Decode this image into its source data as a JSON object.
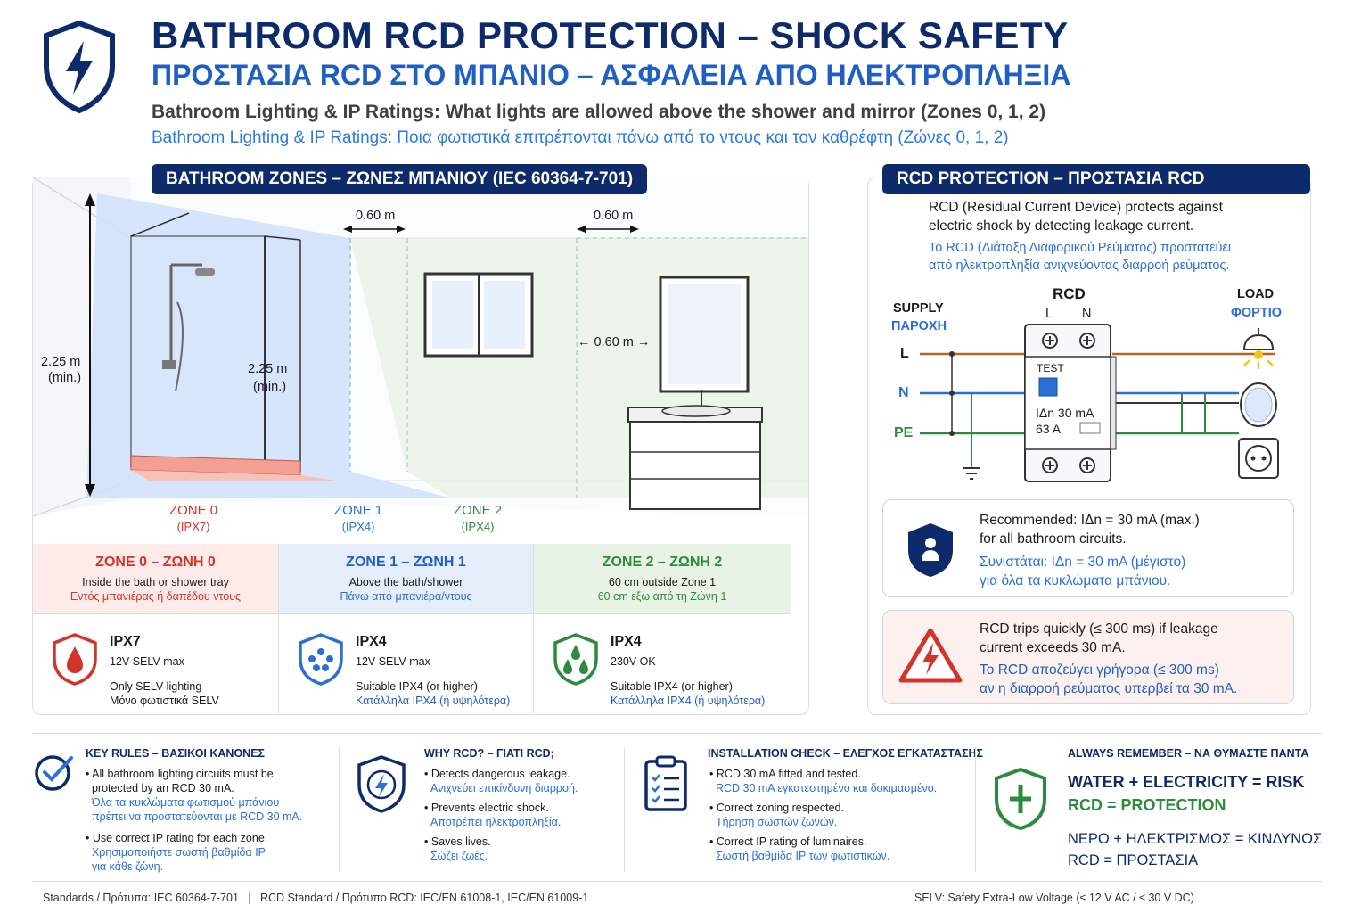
{
  "header": {
    "title_en": "BATHROOM RCD PROTECTION – SHOCK SAFETY",
    "title_gr": "ΠΡΟΣΤΑΣΙΑ RCD ΣΤΟ ΜΠΑΝΙΟ – ΑΣΦΑΛΕΙΑ ΑΠΟ ΗΛΕΚΤΡΟΠΛΗΞΙΑ",
    "subtitle_en": "Bathroom Lighting & IP Ratings: What lights are allowed above the shower and mirror (Zones 0, 1, 2)",
    "subtitle_gr": "Bathroom Lighting & IP Ratings: Ποια φωτιστικά επιτρέπονται πάνω από το ντους και τον καθρέφτη (Ζώνες 0, 1, 2)"
  },
  "zones_panel": {
    "title": "BATHROOM ZONES – ΖΩΝΕΣ ΜΠΑΝΙΟΥ (IEC 60364-7-701)",
    "height_left": "2.25 m",
    "height_left_min": "(min.)",
    "height_inner": "2.25 m",
    "height_inner_min": "(min.)",
    "dim_1": "0.60 m",
    "dim_2": "0.60 m",
    "dim_3": "0.60 m",
    "zone_labels": [
      {
        "name": "ZONE 0",
        "ip": "(IPX7)"
      },
      {
        "name": "ZONE 1",
        "ip": "(IPX4)"
      },
      {
        "name": "ZONE 2",
        "ip": "(IPX4)"
      }
    ],
    "zones": [
      {
        "heading": "ZONE 0 – ΖΩΝΗ 0",
        "desc_en": "Inside the bath or shower tray",
        "desc_gr": "Εντός μπανιέρας ή δαπέδου ντους",
        "ip": "IPX7",
        "voltage": "12V SELV max",
        "note_en": "Only SELV lighting",
        "note_gr": "Μόνο φωτιστικά SELV"
      },
      {
        "heading": "ZONE 1 – ΖΩΝΗ 1",
        "desc_en": "Above the bath/shower",
        "desc_gr": "Πάνω από μπανιέρα/ντους",
        "ip": "IPX4",
        "voltage": "12V SELV max",
        "note_en": "Suitable IPX4 (or higher)",
        "note_gr": "Κατάλληλα IPX4 (ή υψηλότερα)"
      },
      {
        "heading": "ZONE 2 – ΖΩΝΗ 2",
        "desc_en": "60 cm outside Zone 1",
        "desc_gr": "60 cm εξω από τη Ζώνη 1",
        "ip": "IPX4",
        "voltage": "230V OK",
        "note_en": "Suitable IPX4 (or higher)",
        "note_gr": "Κατάλληλα IPX4 (ή υψηλότερα)"
      }
    ]
  },
  "rcd_panel": {
    "title": "RCD PROTECTION – ΠΡΟΣΤΑΣΙΑ RCD",
    "intro_en_1": "RCD (Residual Current Device) protects against",
    "intro_en_2": "electric shock by detecting leakage current.",
    "intro_gr_1": "Το RCD (Διάταξη Διαφορικού Ρεύματος) προστατεύει",
    "intro_gr_2": "από ηλεκτροπληξία ανιχνεύοντας διαρροή ρεύματος.",
    "supply_en": "SUPPLY",
    "supply_gr": "ΠΑΡΟΧΗ",
    "rcd_label": "RCD",
    "term_l": "L",
    "term_n": "N",
    "load_en": "LOAD",
    "load_gr": "ΦΟΡΤΙΟ",
    "line_l": "L",
    "line_n": "N",
    "line_pe": "PE",
    "test": "TEST",
    "idn": "IΔn 30 mA",
    "amps": "63 A",
    "recommend_en_1": "Recommended: IΔn = 30 mA (max.)",
    "recommend_en_2": "for all bathroom circuits.",
    "recommend_gr_1": "Συνιστάται: IΔn = 30 mA (μέγιστο)",
    "recommend_gr_2": "για όλα τα κυκλώματα μπάνιου.",
    "trip_en_1": "RCD trips quickly (≤ 300 ms) if leakage",
    "trip_en_2": "current exceeds 30 mA.",
    "trip_gr_1": "Το RCD αποζεύγει γρήγορα (≤ 300 ms)",
    "trip_gr_2": "αν η διαρροή ρεύματος υπερβεί τα 30 mA."
  },
  "bottom": {
    "key_rules": {
      "title": "KEY RULES – ΒΑΣΙΚΟΙ ΚΑΝΟΝΕΣ",
      "r1_en_1": "All bathroom lighting circuits must be",
      "r1_en_2": "protected by an RCD 30 mA.",
      "r1_gr_1": "Όλα τα κυκλώματα φωτισμού μπάνιου",
      "r1_gr_2": "πρέπει να προστατεύονται με RCD 30 mA.",
      "r2_en": "Use correct IP rating for each zone.",
      "r2_gr_1": "Χρησιμοποιήστε σωστή βαθμίδα IP",
      "r2_gr_2": "για κάθε ζώνη."
    },
    "why_rcd": {
      "title": "WHY RCD? – ΓΙΑΤΙ RCD;",
      "i1_en": "Detects dangerous leakage.",
      "i1_gr": "Ανιχνεύει επικίνδυνη διαρροή.",
      "i2_en": "Prevents electric shock.",
      "i2_gr": "Αποτρέπει ηλεκτροπληξία.",
      "i3_en": "Saves lives.",
      "i3_gr": "Σώζει ζωές."
    },
    "install": {
      "title": "INSTALLATION CHECK – ΕΛΕΓΧΟΣ ΕΓΚΑΤΑΣΤΑΣΗΣ",
      "i1_en": "RCD 30 mA fitted and tested.",
      "i1_gr": "RCD 30 mA εγκατεστημένο και δοκιμασμένο.",
      "i2_en": "Correct zoning respected.",
      "i2_gr": "Τήρηση σωστών ζωνών.",
      "i3_en": "Correct IP rating of luminaires.",
      "i3_gr": "Σωστή βαθμίδα IP των φωτιστικών."
    },
    "remember": {
      "title": "ALWAYS REMEMBER – ΝΑ ΘΥΜΑΣΤΕ ΠΑΝΤΑ",
      "l1": "WATER + ELECTRICITY = RISK",
      "l2": "RCD = PROTECTION",
      "l3": "ΝΕΡΟ + ΗΛΕΚΤΡΙΣΜΟΣ = ΚΙΝΔΥΝΟΣ",
      "l4": "RCD = ΠΡΟΣΤΑΣΙΑ"
    }
  },
  "footer": {
    "standards": "Standards / Πρότυπα: IEC 60364-7-701   |   RCD Standard / Πρότυπο RCD: IEC/EN 61008-1, IEC/EN 61009-1",
    "selv": "SELV: Safety Extra-Low Voltage (≤ 12 V AC / ≤ 30 V DC)"
  },
  "colors": {
    "navy": "#0d2b6b",
    "blue": "#2a6fd6",
    "red": "#d0342c",
    "green": "#2e8b3e",
    "wire_l": "#b5651d",
    "wire_n": "#2a6fd6",
    "wire_pe": "#2e8b3e"
  },
  "icons": [
    "shield-bolt-icon",
    "water-drop-icon",
    "water-splash-icon",
    "person-shield-icon",
    "warning-bolt-icon",
    "check-circle-icon",
    "clipboard-icon",
    "shield-plus-icon",
    "lamp-icon",
    "mirror-icon",
    "socket-icon"
  ]
}
